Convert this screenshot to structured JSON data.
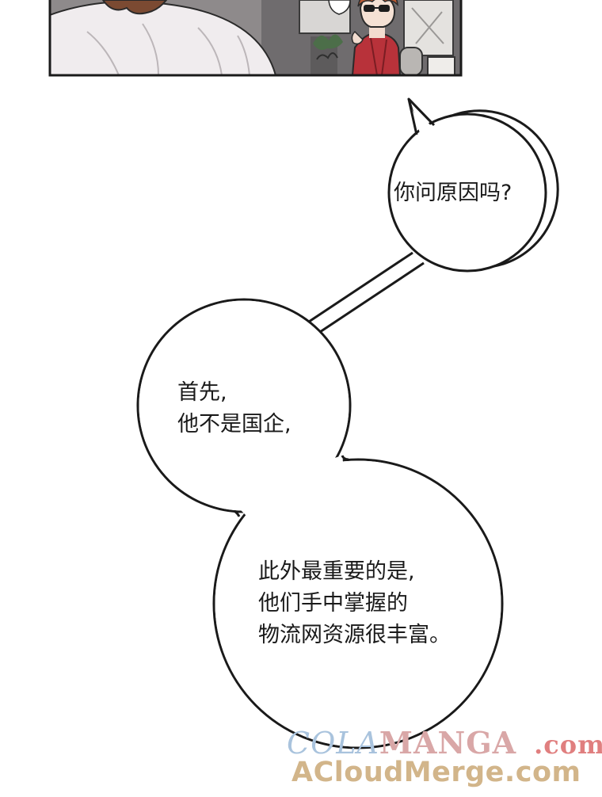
{
  "panel": {
    "description_label": "comic-panel-top"
  },
  "bubbles": {
    "first": {
      "lines": "你问原因吗?"
    },
    "second": {
      "lines": "首先,\n他不是国企,"
    },
    "third": {
      "lines": "此外最重要的是,\n他们手中掌握的\n物流网资源很丰富。"
    }
  },
  "watermark": {
    "brand_part1": "COLA",
    "brand_part2": "MANGA",
    "brand_suffix": ".com",
    "mirror": "ACloudMerge.com"
  },
  "colors": {
    "ink": "#1a1a1a",
    "jacket": "#b8323a",
    "wm_blue": "#a9c3dd",
    "wm_pink": "#d9a7a7",
    "wm_gold": "#d2b58a"
  }
}
